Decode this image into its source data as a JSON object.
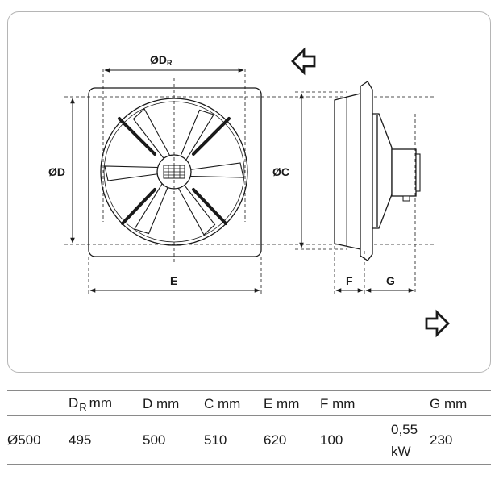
{
  "drawing": {
    "labels": {
      "dr_main": "ØD",
      "dr_sub": "R",
      "d": "ØD",
      "c": "ØC",
      "e": "E",
      "f": "F",
      "g": "G"
    },
    "icons": {
      "airflow_in": "arrow-left-outline-icon",
      "airflow_out": "arrow-right-outline-icon"
    }
  },
  "table": {
    "headers": {
      "size": "",
      "dr_main": "D",
      "dr_sub": "R",
      "dr_unit": "mm",
      "d": "D mm",
      "c": "C mm",
      "e": "E mm",
      "f": "F mm",
      "power": "",
      "g": "G mm"
    },
    "rows": [
      {
        "size": "Ø500",
        "dr": "495",
        "d": "500",
        "c": "510",
        "e": "620",
        "f": "100",
        "power_value": "0,55",
        "power_unit": "kW",
        "g": "230"
      }
    ]
  }
}
